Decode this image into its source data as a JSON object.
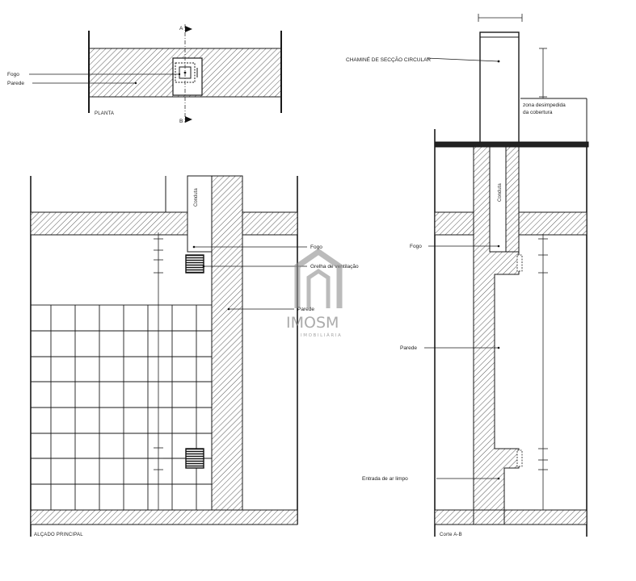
{
  "plan": {
    "caption": "PLANTA",
    "label_fogo": "Fogo",
    "label_parede": "Parede",
    "section_mark_top": "A",
    "section_mark_bottom": "B"
  },
  "elevation": {
    "caption": "ALÇADO PRINCIPAL",
    "label_conduta": "Conduta",
    "label_fogo": "Fogo",
    "label_grelha": "Grelha de ventilação",
    "label_parede": "Parede"
  },
  "section": {
    "caption": "Corte A-B",
    "label_chamine": "CHAMINÉ DE SECÇÃO CIRCULAR",
    "label_zona_line1": "zona desimpedida",
    "label_zona_line2": "da cobertura",
    "label_conduta": "Conduta",
    "label_fogo": "Fogo",
    "label_parede": "Parede",
    "label_entrada": "Entrada de ar limpo"
  },
  "watermark": {
    "name": "IMOSM",
    "subtitle": "IMOBILIÁRIA"
  },
  "colors": {
    "line": "#1a1a1a",
    "hatch": "#555555",
    "watermark": "#8f8f8f"
  }
}
